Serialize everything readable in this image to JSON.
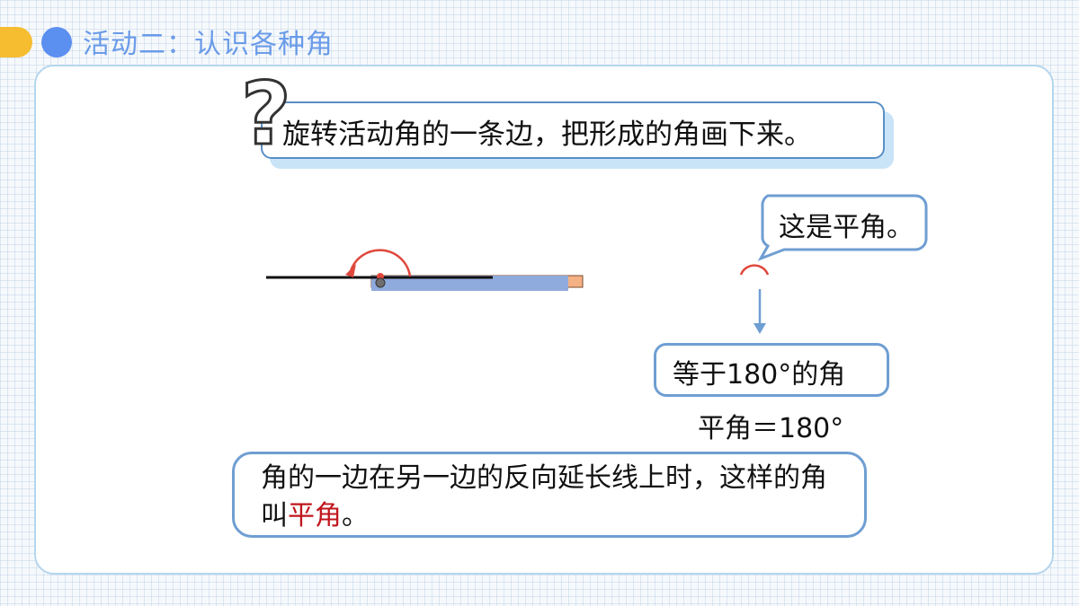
{
  "header": {
    "title": "活动二：认识各种角",
    "accent_colors": {
      "yellow": "#f5bd2f",
      "blue": "#5b8ff0",
      "title": "#6a9be8"
    }
  },
  "question": {
    "icon": "question-mark-icon",
    "text": "旋转活动角的一条边，把形成的角画下来。"
  },
  "bubble": {
    "text": "这是平角。"
  },
  "definition": {
    "text": "等于180°的角"
  },
  "equation": {
    "text": "平角＝180°"
  },
  "concept": {
    "before": "角的一边在另一边的反向延长线上时，这样的角叫",
    "highlight": "平角",
    "after": "。",
    "highlight_color": "#c0161c"
  }
}
